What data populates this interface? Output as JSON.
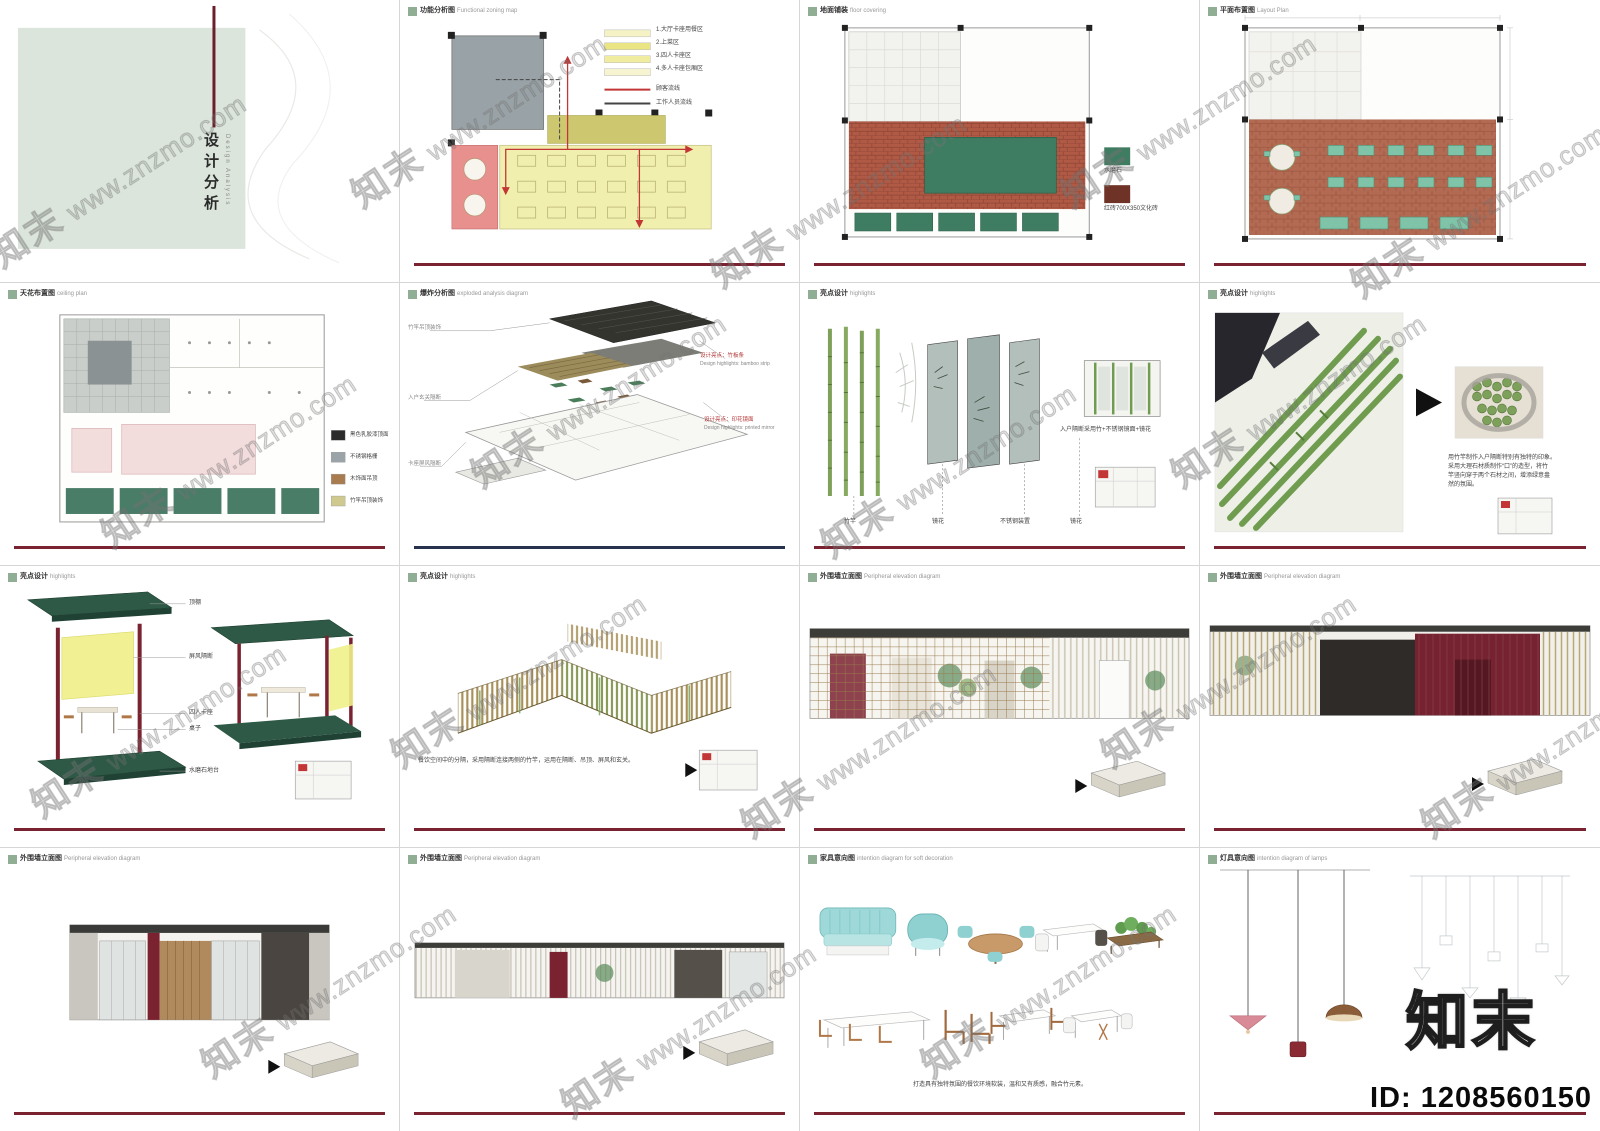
{
  "page": {
    "logo_text": "知末",
    "id_label": "ID: 1208560150"
  },
  "watermark": {
    "brand": "知末",
    "url": "www.znzmo.com"
  },
  "colors": {
    "accent_maroon": "#7a2230",
    "logo_square_green": "#8fae94",
    "booth_green": "#2e5946",
    "terrazzo_green": "#3f7d63",
    "brick_red": "#b05a45",
    "table_teal": "#7fc4a8",
    "bamboo_green": "#7da05a",
    "zone_yellow": "#f1efad",
    "zone_pink": "#e8908e",
    "zone_gray": "#99a2a6"
  },
  "slides": {
    "cover": {
      "title": "设计分析",
      "subtitle": "Design Analysis"
    },
    "zoning": {
      "title": "功能分析图",
      "title_en": "Functional zoning map",
      "legend": [
        {
          "label": "1.大厅卡座用餐区"
        },
        {
          "label": "2.上菜区"
        },
        {
          "label": "3.四人卡座区"
        },
        {
          "label": "4.多人卡座包厢区"
        }
      ],
      "flow": [
        {
          "label": "顾客流线"
        },
        {
          "label": "工作人员流线"
        }
      ]
    },
    "flooring": {
      "title": "地面铺装",
      "title_en": "floor covering",
      "legend": [
        {
          "label": "水磨石"
        },
        {
          "label": "红砖700X350文化砖"
        }
      ]
    },
    "layout": {
      "title": "平面布置图",
      "title_en": "Layout Plan"
    },
    "ceiling": {
      "title": "天花布置图",
      "title_en": "ceiling plan",
      "legend": [
        {
          "label": "黑色乳胶漆顶面"
        },
        {
          "label": "不锈钢格栅"
        },
        {
          "label": "木饰面吊顶"
        },
        {
          "label": "竹竿吊顶装饰"
        }
      ]
    },
    "exploded": {
      "title": "爆炸分析图",
      "title_en": "exploded analysis diagram",
      "note1_cn": "设计亮点：竹板条",
      "note1_en": "Design highlights: bamboo strip",
      "note2_cn": "设计亮点：印花镜面",
      "note2_en": "Design highlights: printed mirror",
      "left_labels": [
        "竹竿吊顶装饰",
        "入户玄关隔断",
        "卡座屏风隔断"
      ]
    },
    "partition": {
      "title": "亮点设计",
      "title_en": "highlights",
      "caption": "入户隔断采用竹+不锈钢镜面+镜花",
      "labels": [
        "竹竿",
        "镜花",
        "不锈钢装置",
        "镜花"
      ]
    },
    "bamboo": {
      "title": "亮点设计",
      "title_en": "highlights",
      "caption_lines": [
        "用竹竿制作入户隔断特别有独特的印象。",
        "采用大理石材质制作“口”的造型，将竹",
        "竿竖向穿于两个石材之间，增添绿意盎",
        "然的氛围。"
      ]
    },
    "booth": {
      "title": "亮点设计",
      "title_en": "highlights",
      "labels": [
        "顶棚",
        "屏风隔断",
        "四人卡座",
        "桌子",
        "水磨石地台"
      ]
    },
    "screen": {
      "title": "亮点设计",
      "title_en": "highlights",
      "caption": "餐饮空间中的分隔，采用隔断连接两侧的竹竿，运用在隔断、吊顶、屏风和玄关。"
    },
    "elevation1": {
      "title": "外围墙立面图",
      "title_en": "Peripheral elevation diagram"
    },
    "elevation2": {
      "title": "外围墙立面图",
      "title_en": "Peripheral elevation diagram"
    },
    "elevation3": {
      "title": "外围墙立面图",
      "title_en": "Peripheral elevation diagram"
    },
    "elevation4": {
      "title": "外围墙立面图",
      "title_en": "Peripheral elevation diagram"
    },
    "furniture": {
      "title": "家具意向图",
      "title_en": "intention diagram for soft decoration",
      "caption": "打造具有独特氛围的餐饮环境软装，温和又有质感，融合竹元素。"
    },
    "lighting": {
      "title": "灯具意向图",
      "title_en": "intention diagram of lamps"
    }
  }
}
